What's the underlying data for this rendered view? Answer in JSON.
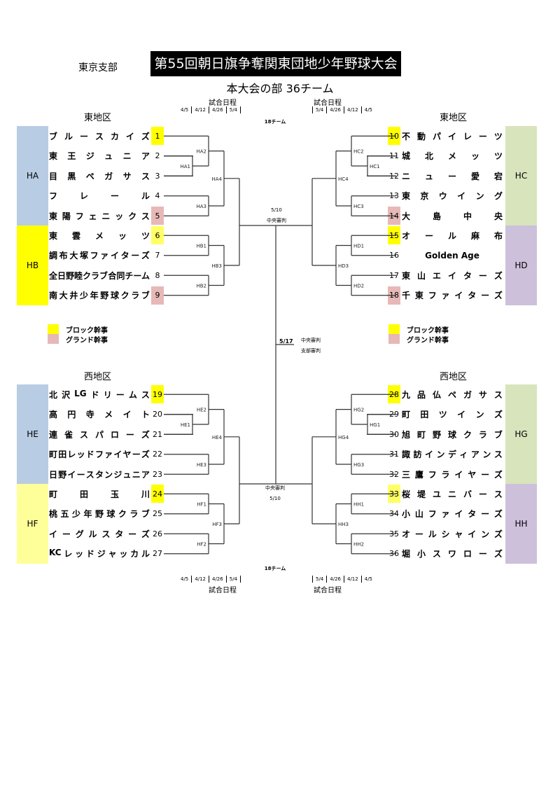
{
  "header": {
    "branch": "東京支部",
    "title": "第55回朝日旗争奪関東団地少年野球大会",
    "subtitle": "本大会の部 36チーム"
  },
  "schedule": {
    "label": "試合日程",
    "left_dates": [
      "4/5",
      "4/12",
      "4/26",
      "5/4"
    ],
    "right_dates": [
      "5/4",
      "4/26",
      "4/12",
      "4/5"
    ],
    "team_count": "18チーム"
  },
  "regions": {
    "east": "東地区",
    "west": "西地区"
  },
  "colors": {
    "block_secretary": "#ffff00",
    "grand_secretary": "#e6b8b7",
    "group_blue": "#b8cce4",
    "group_yellow": "#ffff00",
    "group_lightyellow": "#ffff99",
    "group_green": "#d8e4bc",
    "group_purple": "#ccc0da"
  },
  "legend": {
    "block": "ブロック幹事",
    "grand": "グランド幹事"
  },
  "referees": {
    "top_date": "5/10",
    "top_label": "中央審判",
    "final_date": "5/17",
    "final_label1": "中央審判",
    "final_label2": "支部審判",
    "bottom_label": "中央審判",
    "bottom_date": "5/10"
  },
  "groups": [
    {
      "id": "HA",
      "color": "#b8cce4"
    },
    {
      "id": "HB",
      "color": "#ffff00"
    },
    {
      "id": "HC",
      "color": "#d8e4bc"
    },
    {
      "id": "HD",
      "color": "#ccc0da"
    },
    {
      "id": "HE",
      "color": "#b8cce4"
    },
    {
      "id": "HF",
      "color": "#ffff99"
    },
    {
      "id": "HG",
      "color": "#d8e4bc"
    },
    {
      "id": "HH",
      "color": "#ccc0da"
    }
  ],
  "teams": [
    {
      "no": "1",
      "name": "ブルースカイズ",
      "mark": "block"
    },
    {
      "no": "2",
      "name": "東王ジュニア",
      "mark": ""
    },
    {
      "no": "3",
      "name": "目黒ペガサス",
      "mark": ""
    },
    {
      "no": "4",
      "name": "フレール",
      "mark": ""
    },
    {
      "no": "5",
      "name": "東陽フェニックス",
      "mark": "grand"
    },
    {
      "no": "6",
      "name": "東雲メッツ",
      "mark": "block-light"
    },
    {
      "no": "7",
      "name": "調布大塚ファイターズ",
      "mark": ""
    },
    {
      "no": "8",
      "name": "全日野睦クラブ 合同チーム",
      "mark": ""
    },
    {
      "no": "9",
      "name": "南大井少年野球クラブ",
      "mark": "grand"
    },
    {
      "no": "10",
      "name": "不動パイレーツ",
      "mark": "block"
    },
    {
      "no": "11",
      "name": "城北メッツ",
      "mark": ""
    },
    {
      "no": "12",
      "name": "ニュー愛宕",
      "mark": ""
    },
    {
      "no": "13",
      "name": "東京ウイング",
      "mark": ""
    },
    {
      "no": "14",
      "name": "大島中央",
      "mark": "grand"
    },
    {
      "no": "15",
      "name": "オール麻布",
      "mark": "block"
    },
    {
      "no": "16",
      "name": "Golden Age",
      "mark": ""
    },
    {
      "no": "17",
      "name": "東山エイターズ",
      "mark": ""
    },
    {
      "no": "18",
      "name": "千東ファイターズ",
      "mark": "grand"
    },
    {
      "no": "19",
      "name": "北沢LGドリームス",
      "mark": "block"
    },
    {
      "no": "20",
      "name": "高円寺メイト",
      "mark": ""
    },
    {
      "no": "21",
      "name": "連雀スパローズ",
      "mark": ""
    },
    {
      "no": "22",
      "name": "町田レッドファイヤーズ",
      "mark": ""
    },
    {
      "no": "23",
      "name": "日野イースタンジュニア",
      "mark": ""
    },
    {
      "no": "24",
      "name": "町田玉川",
      "mark": "block"
    },
    {
      "no": "25",
      "name": "桃五少年野球クラブ",
      "mark": ""
    },
    {
      "no": "26",
      "name": "イーグルスターズ",
      "mark": ""
    },
    {
      "no": "27",
      "name": "KCレッドジャッカル",
      "mark": ""
    },
    {
      "no": "28",
      "name": "九品仏ペガサス",
      "mark": "block"
    },
    {
      "no": "29",
      "name": "町田ツインズ",
      "mark": ""
    },
    {
      "no": "30",
      "name": "旭町野球クラブ",
      "mark": ""
    },
    {
      "no": "31",
      "name": "諏訪インディアンス",
      "mark": ""
    },
    {
      "no": "32",
      "name": "三鷹フライヤーズ",
      "mark": ""
    },
    {
      "no": "33",
      "name": "桜堤ユニバース",
      "mark": "block-light"
    },
    {
      "no": "34",
      "name": "小山ファイターズ",
      "mark": ""
    },
    {
      "no": "35",
      "name": "オールシャインズ",
      "mark": ""
    },
    {
      "no": "36",
      "name": "堀小スワローズ",
      "mark": ""
    }
  ],
  "matches": {
    "HA": [
      "HA1",
      "HA2",
      "HA3",
      "HA4"
    ],
    "HB": [
      "HB1",
      "HB2",
      "HB3"
    ],
    "HC": [
      "HC1",
      "HC2",
      "HC3",
      "HC4"
    ],
    "HD": [
      "HD1",
      "HD2",
      "HD3"
    ],
    "HE": [
      "HE1",
      "HE2",
      "HE3",
      "HE4"
    ],
    "HF": [
      "HF1",
      "HF2",
      "HF3"
    ],
    "HG": [
      "HG1",
      "HG2",
      "HG3",
      "HG4"
    ],
    "HH": [
      "HH1",
      "HH2",
      "HH3"
    ]
  }
}
